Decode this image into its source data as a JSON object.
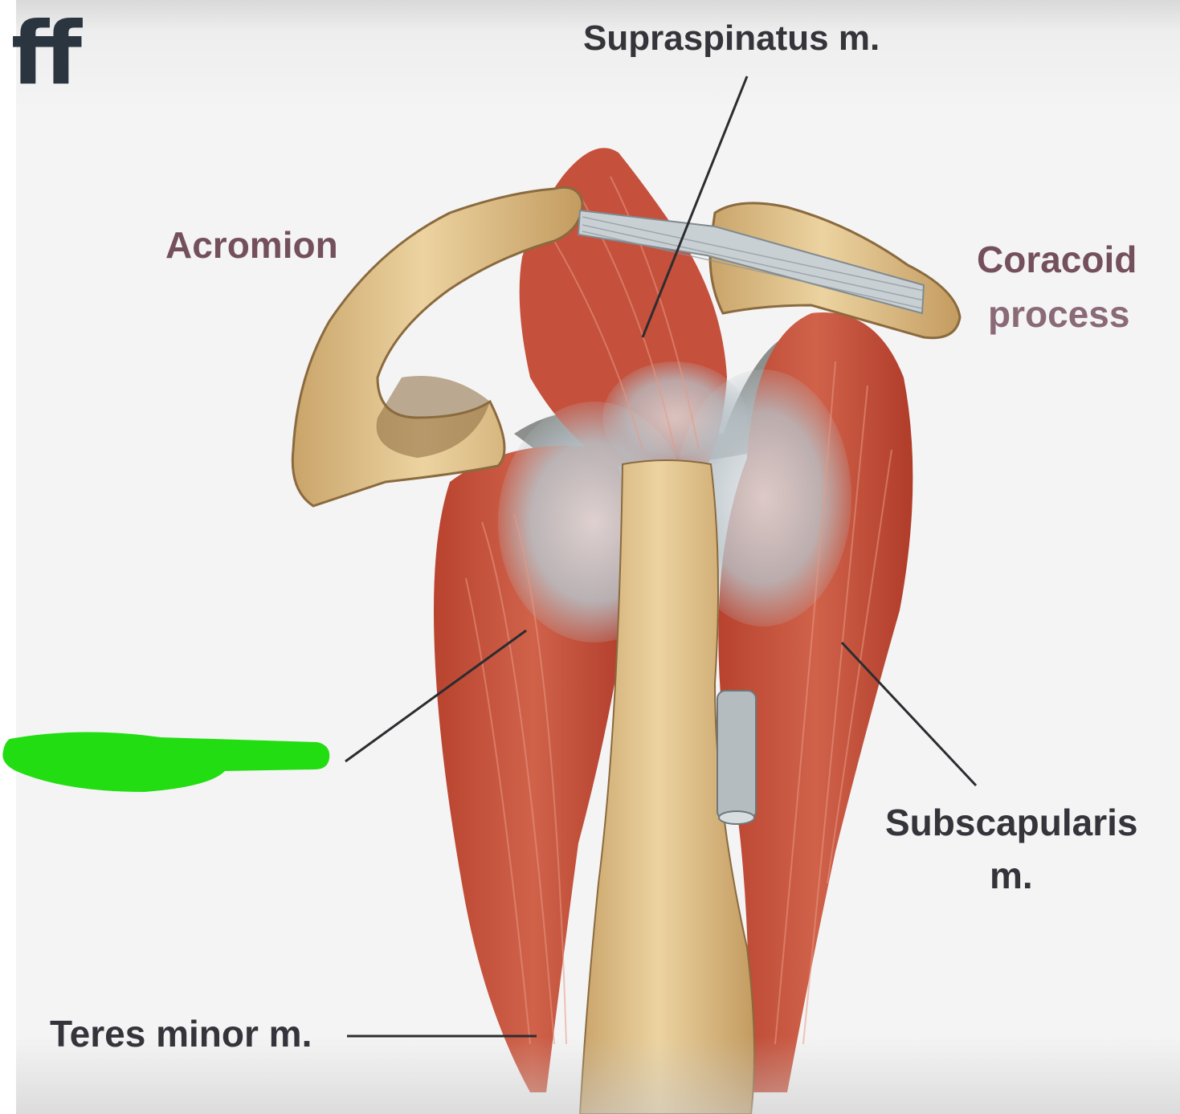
{
  "slide": {
    "title_fragment": "ff"
  },
  "labels": {
    "supraspinatus": "Supraspinatus m.",
    "acromion": "Acromion",
    "coracoid_line1": "Coracoid",
    "coracoid_line2": "process",
    "subscapularis_line1": "Subscapularis",
    "subscapularis_line2": "m.",
    "teres_minor": "Teres minor m."
  },
  "colors": {
    "label_dark": "#34343a",
    "label_bone": "#74505c",
    "redaction_mark": "#22dd11",
    "muscle": "#c8503c",
    "bone": "#e2c58f",
    "tendon": "#b9c3c8"
  }
}
